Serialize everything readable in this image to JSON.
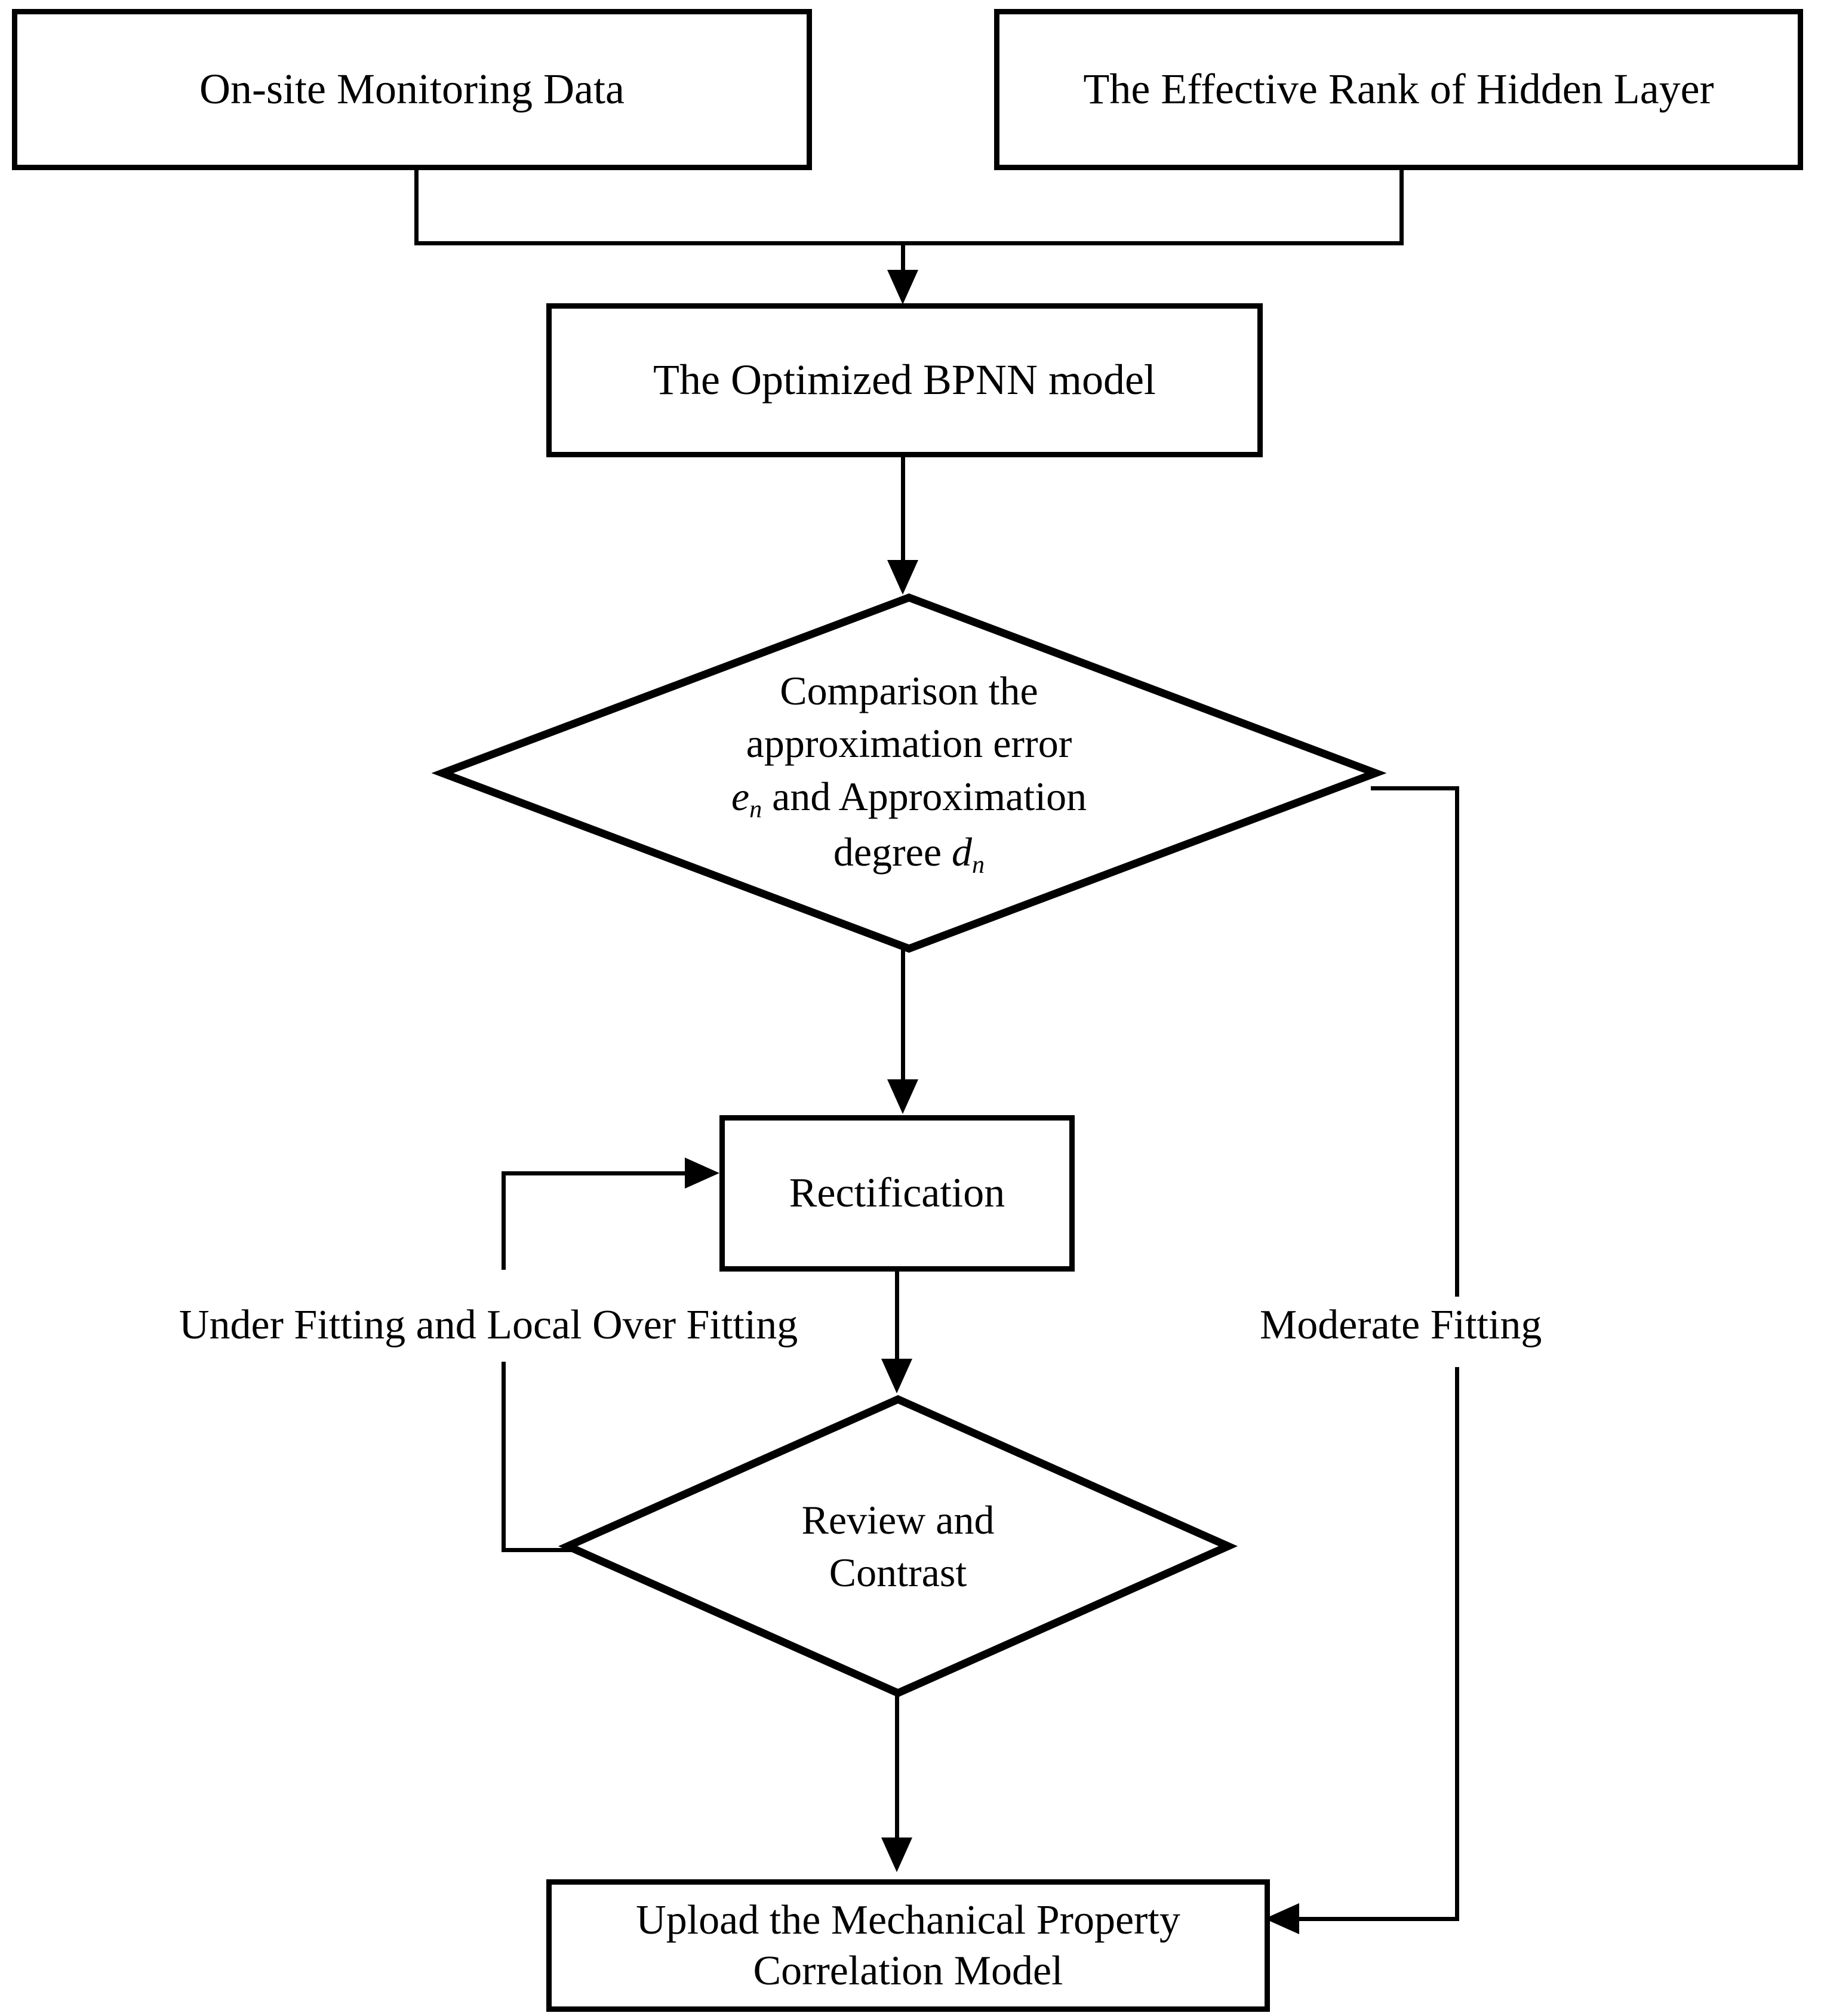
{
  "diagram": {
    "title": "Optimized BPNN model validation flowchart",
    "type": "flowchart",
    "stroke_color": "#000000",
    "background_color": "#ffffff"
  },
  "nodes": {
    "onsite_data": {
      "label": "On-site Monitoring Data",
      "shape": "rectangle"
    },
    "effective_rank": {
      "label": "The Effective Rank of Hidden Layer",
      "shape": "rectangle"
    },
    "bpnn_model": {
      "label": "The Optimized BPNN model",
      "shape": "rectangle"
    },
    "comparison": {
      "shape": "diamond",
      "line1": "Comparison the",
      "line2": "approximation error",
      "line3_prefix": "",
      "line3_sym": "e",
      "line3_sub": "n",
      "line3_rest": " and Approximation",
      "line4_prefix": "degree ",
      "line4_sym": "d",
      "line4_sub": "n"
    },
    "rectification": {
      "label": "Rectification",
      "shape": "rectangle"
    },
    "review_contrast": {
      "shape": "diamond",
      "line1": "Review and",
      "line2": "Contrast"
    },
    "upload_model": {
      "shape": "rectangle",
      "line1": "Upload the Mechanical Property",
      "line2": "Correlation Model"
    }
  },
  "edge_labels": {
    "under_fitting": "Under Fitting and Local Over Fitting",
    "moderate_fitting": "Moderate Fitting"
  }
}
